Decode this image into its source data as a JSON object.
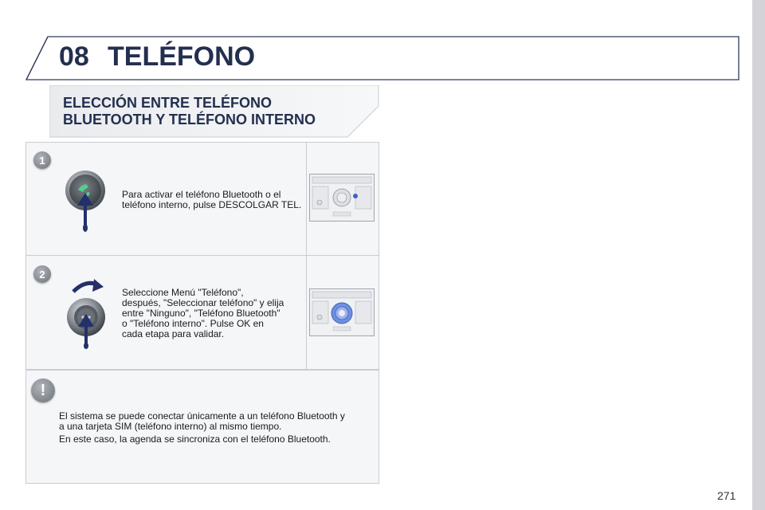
{
  "header": {
    "chapter_number": "08",
    "chapter_title": "TELÉFONO"
  },
  "section": {
    "title_line1": "ELECCIÓN ENTRE TELÉFONO",
    "title_line2": "BLUETOOTH Y TELÉFONO INTERNO"
  },
  "steps": [
    {
      "number": "1",
      "icon": "phone-pickup-button-icon",
      "lines": [
        "Para activar el teléfono Bluetooth o el",
        "teléfono interno, pulse DESCOLGAR TEL."
      ]
    },
    {
      "number": "2",
      "icon": "rotary-dial-ok-icon",
      "lines": [
        "Seleccione Menú \"Teléfono\",",
        "después, \"Seleccionar teléfono\" y elija",
        "entre \"Ninguno\", \"Teléfono Bluetooth\"",
        "o \"Teléfono interno\". Pulse OK en",
        "cada etapa para validar."
      ]
    }
  ],
  "note": {
    "badge": "!",
    "line1": "El sistema se puede conectar únicamente a un teléfono Bluetooth y",
    "line2": "a una tarjeta SIM (teléfono interno) al mismo tiempo.",
    "line3": "En este caso, la agenda se sincroniza con el teléfono Bluetooth."
  },
  "footer": {
    "page_number": "271"
  },
  "colors": {
    "title_navy": "#242f4f",
    "arrow_navy": "#23306a",
    "badge_grey": "#8a8f96",
    "panel_bg": "#f5f6f8"
  }
}
